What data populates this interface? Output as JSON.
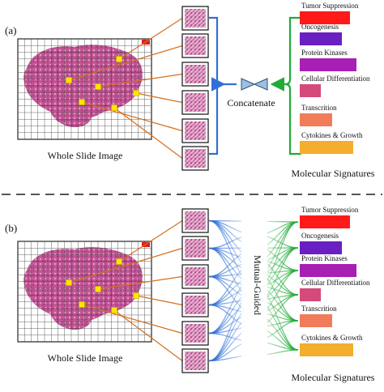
{
  "panels": [
    {
      "label": "(a)",
      "wsi_caption": "Whole Slide Image",
      "fusion_label": "Concatenate",
      "output_caption": "Molecular Signatures"
    },
    {
      "label": "(b)",
      "wsi_caption": "Whole Slide Image",
      "fusion_label": "Mutual-Guided",
      "output_caption": "Molecular Signatures"
    }
  ],
  "signatures": [
    {
      "name": "Tumor Suppression",
      "color": "#ff1a1a"
    },
    {
      "name": "Oncogenesis",
      "color": "#6a1fc2"
    },
    {
      "name": "Protein Kinases",
      "color": "#a81fb4"
    },
    {
      "name": "Cellular Differentiation",
      "color": "#d44a7a"
    },
    {
      "name": "Transcrition",
      "color": "#f07c5a"
    },
    {
      "name": "Cytokines & Growth",
      "color": "#f2ae2c"
    }
  ],
  "colors": {
    "tissue": "#c85a9a",
    "patch_marker": "#ffe600",
    "patch_lines": "#d4701e",
    "wsi_branch": "#2f6fd6",
    "genomic_branch": "#22aa38",
    "divider": "#555555"
  }
}
